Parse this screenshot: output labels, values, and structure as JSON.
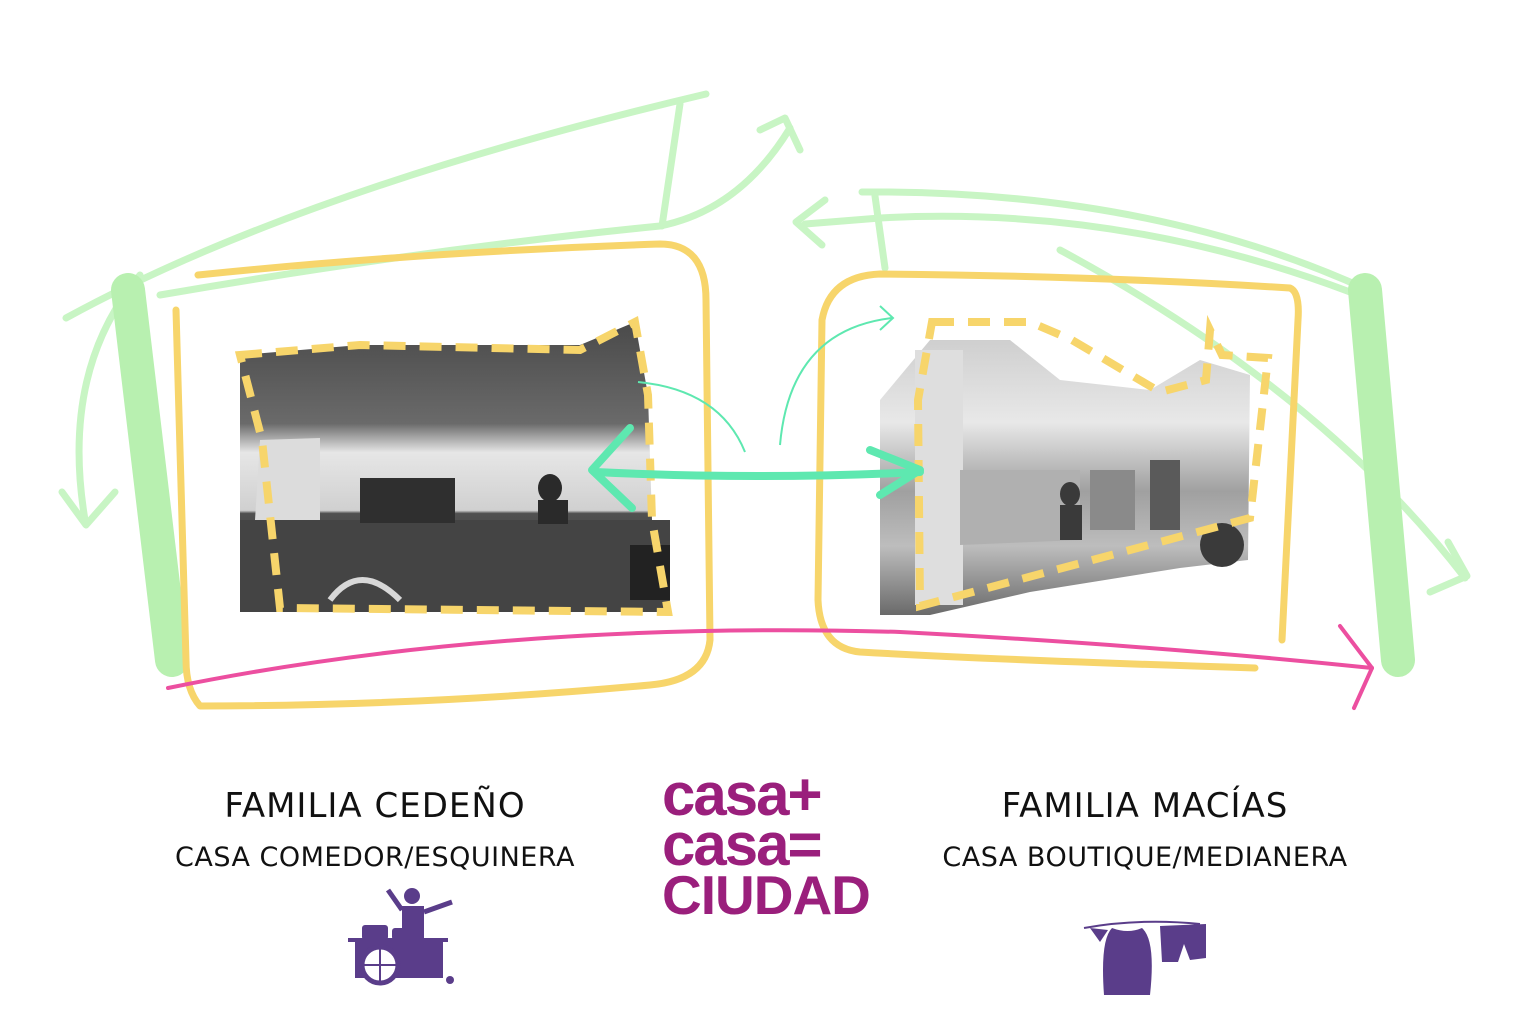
{
  "families": {
    "left": {
      "title": "FAMILIA  CEDEÑO",
      "subtitle": "CASA COMEDOR/ESQUINERA",
      "icon": "food-cart-vendor-icon"
    },
    "right": {
      "title": "FAMILIA MACÍAS",
      "subtitle": "CASA BOUTIQUE/MEDIANERA",
      "icon": "clothesline-icon"
    }
  },
  "logo": {
    "line1": "casa+",
    "line2": "casa=",
    "line3": "CIUDAD"
  },
  "colors": {
    "green_light": "#c8f5c4",
    "green_pillar": "#b8f0b0",
    "teal": "#5ee8b0",
    "yellow": "#f7d56b",
    "magenta": "#ec4fa0",
    "logo": "#9a1f7c",
    "icon_purple": "#5a3d8a"
  }
}
